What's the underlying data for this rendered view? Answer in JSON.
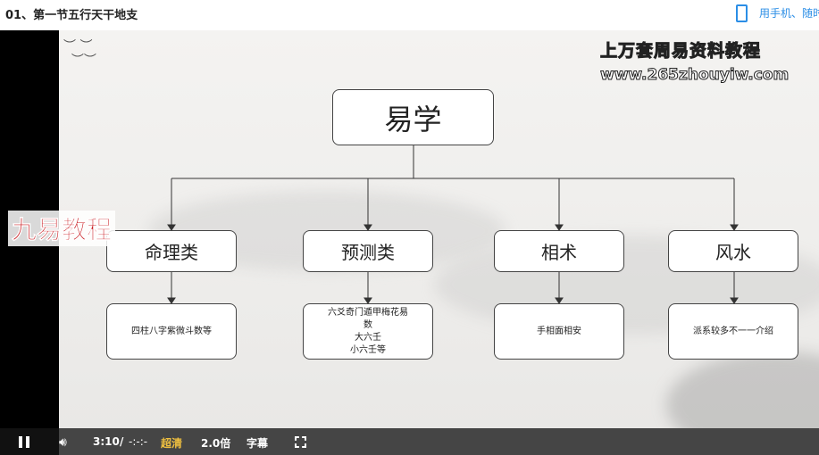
{
  "header": {
    "title": "01、第一节五行天干地支",
    "mobile_text": "用手机、随时"
  },
  "watermark": {
    "line1": "上万套周易资料教程",
    "line2": "www.265zhouyiw.com",
    "logo": "九易教程"
  },
  "chart": {
    "root": "易学",
    "categories": [
      {
        "label": "命理类",
        "detail": "四柱八字紫微斗数等"
      },
      {
        "label": "预测类",
        "detail": "六爻奇门遁甲梅花易\n数\n大六壬\n小六壬等"
      },
      {
        "label": "相术",
        "detail": "手相面相安"
      },
      {
        "label": "风水",
        "detail": "派系较多不一一介绍"
      }
    ]
  },
  "controls": {
    "time": "3:10",
    "separator": "/",
    "duration": "-:-:-",
    "quality": "超清",
    "speed": "2.0倍",
    "subtitle": "字幕"
  },
  "colors": {
    "quality": "#f0c040",
    "accent": "#2b8ee6",
    "logo": "#c8181e"
  }
}
